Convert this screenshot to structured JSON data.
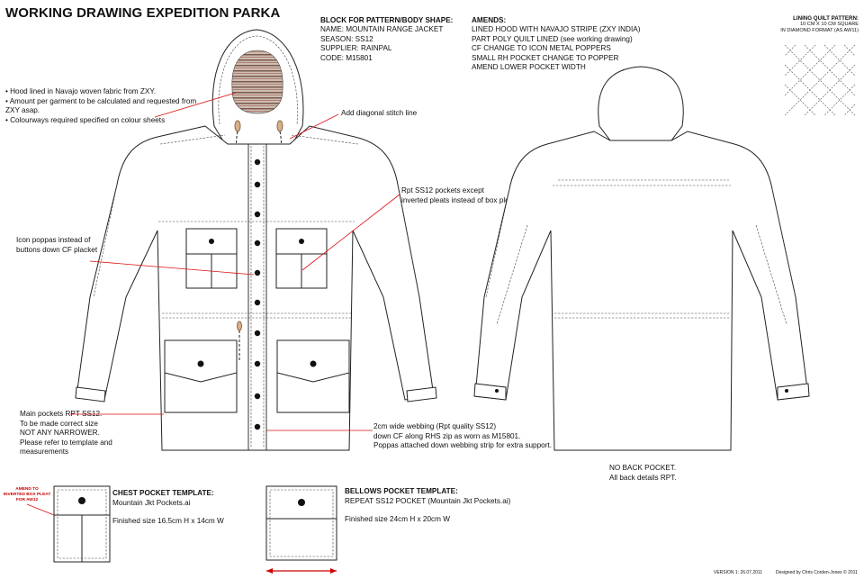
{
  "title": "WORKING DRAWING EXPEDITION PARKA",
  "block": {
    "heading": "BLOCK FOR PATTERN/BODY SHAPE:",
    "name": "NAME: MOUNTAIN RANGE JACKET",
    "season": "SEASON: SS12",
    "supplier": "SUPPLIER: RAINPAL",
    "code": "CODE: M15801"
  },
  "amends": {
    "heading": "AMENDS:",
    "items": [
      "LINED HOOD WITH NAVAJO STRIPE (ZXY INDIA)",
      "PART POLY QUILT LINED (see working drawing)",
      "CF CHANGE TO ICON METAL POPPERS",
      "SMALL RH POCKET CHANGE TO POPPER",
      "AMEND LOWER POCKET WIDTH"
    ]
  },
  "lining": {
    "heading": "LINING QUILT PATTERN:",
    "line1": "10 CM X 10 CM SQUARE",
    "line2": "IN DIAMOND FORMAT (AS AW11)"
  },
  "notes": {
    "hood": [
      "• Hood lined in Navajo woven fabric from ZXY.",
      "• Amount per garment to be calculated and requested from",
      "   ZXY asap.",
      "• Colourways required specified on colour sheets"
    ],
    "stitch": "Add diagonal stitch line",
    "rpt_pockets": [
      "Rpt SS12 pockets except",
      "inverted pleats instead of box pleats"
    ],
    "icon_poppas": [
      "Icon poppas instead of",
      "buttons down CF placket"
    ],
    "main_pockets": [
      "Main pockets RPT SS12.",
      "To be made correct size",
      "NOT ANY NARROWER.",
      "Please refer to template and",
      "measurements"
    ],
    "webbing": [
      "2cm wide webbing (Rpt quality SS12)",
      "down CF along RHS zip as worn as M15801.",
      "Poppas attached down webbing strip for extra support."
    ],
    "back": [
      "NO BACK POCKET.",
      "All back details RPT."
    ]
  },
  "chest_template": {
    "heading": "CHEST POCKET TEMPLATE:",
    "file": "Mountain Jkt Pockets.ai",
    "size": "Finished size 16.5cm H x 14cm W",
    "amend": [
      "AMEND TO",
      "INVERTED BOX PLEAT",
      "FOR AW12"
    ]
  },
  "bellows_template": {
    "heading": "BELLOWS POCKET TEMPLATE:",
    "repeat": "REPEAT SS12 POCKET  (Mountain Jkt Pockets.ai)",
    "size": "Finished size 24cm H x 20cm W"
  },
  "footer": {
    "version": "VERSION 1: 26.07.2011",
    "designer": "Designed by Chris Corden-Jones © 2011"
  },
  "colors": {
    "leader": "#d11111",
    "hood_stripe": "#8a6a5a"
  }
}
